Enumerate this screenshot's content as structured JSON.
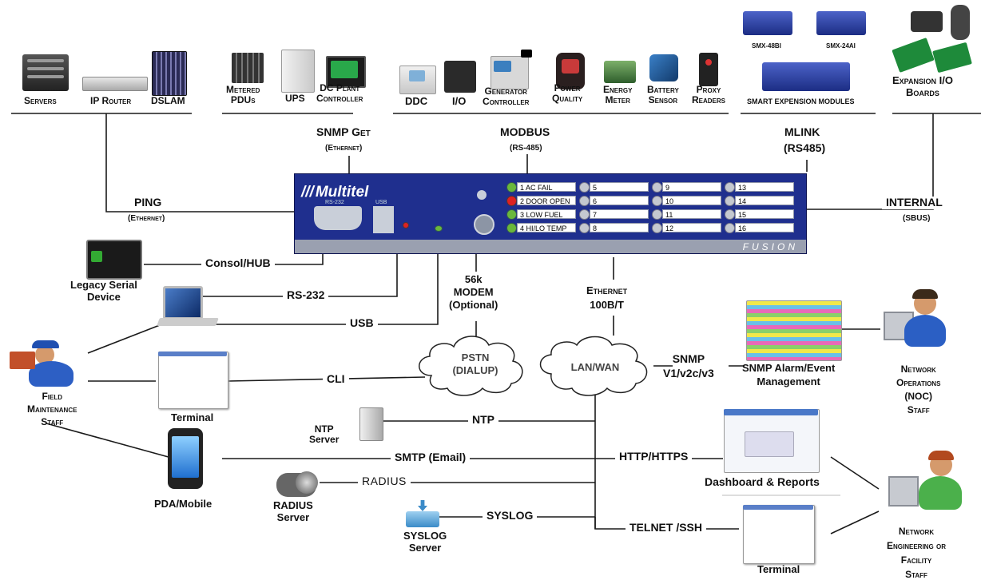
{
  "devices": {
    "servers": "Servers",
    "ip_router": "IP Router",
    "dslam": "DSLAM",
    "metered_pdus": [
      "Metered",
      "PDUs"
    ],
    "ups": "UPS",
    "dc_plant": [
      "DC Plant",
      "Controller"
    ],
    "ddc": "DDC",
    "io": "I/O",
    "generator": [
      "Generator",
      "Controller"
    ],
    "power_quality": [
      "Power",
      "Quality"
    ],
    "energy_meter": [
      "Energy",
      "Meter"
    ],
    "battery_sensor": [
      "Battery",
      "Sensor"
    ],
    "proxy_readers": [
      "Proxy",
      "Readers"
    ],
    "smx48bi": "SMX-48BI",
    "smx24ai": "SMX-24AI",
    "smart_modules": "SMART EXPENSION MODULES",
    "expansion_io": [
      "Expansion I/O",
      "Boards"
    ]
  },
  "buses": {
    "snmp_get": "SNMP Get",
    "snmp_get_sub": "(Ethernet)",
    "modbus": "MODBUS",
    "modbus_sub": "(RS-485)",
    "mlink": "MLINK",
    "mlink_sub": "(RS485)",
    "ping": "PING",
    "ping_sub": "(Ethernet)",
    "internal": "INTERNAL",
    "internal_sub": "(SBUS)"
  },
  "controller": {
    "brand": "Multitel",
    "model": "FUSION",
    "port_rs232": "RS-232",
    "port_usb": "USB",
    "alarms": [
      {
        "num": "1",
        "text": "AC FAIL",
        "state": "green"
      },
      {
        "num": "2",
        "text": "DOOR OPEN",
        "state": "red"
      },
      {
        "num": "3",
        "text": "LOW FUEL",
        "state": "green"
      },
      {
        "num": "4",
        "text": "HI/LO TEMP",
        "state": "green"
      },
      {
        "num": "5",
        "text": "",
        "state": "off"
      },
      {
        "num": "6",
        "text": "",
        "state": "off"
      },
      {
        "num": "7",
        "text": "",
        "state": "off"
      },
      {
        "num": "8",
        "text": "",
        "state": "off"
      },
      {
        "num": "9",
        "text": "",
        "state": "off"
      },
      {
        "num": "10",
        "text": "",
        "state": "off"
      },
      {
        "num": "11",
        "text": "",
        "state": "off"
      },
      {
        "num": "12",
        "text": "",
        "state": "off"
      },
      {
        "num": "13",
        "text": "",
        "state": "off"
      },
      {
        "num": "14",
        "text": "",
        "state": "off"
      },
      {
        "num": "15",
        "text": "",
        "state": "off"
      },
      {
        "num": "16",
        "text": "",
        "state": "off"
      }
    ]
  },
  "links": {
    "consol_hub": "Consol/HUB",
    "rs232": "RS-232",
    "usb": "USB",
    "modem": [
      "56k",
      "MODEM",
      "(Optional)"
    ],
    "ethernet": [
      "Ethernet",
      "100B/T"
    ],
    "cli": "CLI",
    "ntp": "NTP",
    "smtp": "SMTP (Email)",
    "radius": "RADIUS",
    "syslog": "SYSLOG",
    "http": "HTTP/HTTPS",
    "telnet": "TELNET /SSH",
    "snmp": [
      "SNMP",
      "V1/v2c/v3"
    ]
  },
  "nodes": {
    "legacy_serial": [
      "Legacy Serial",
      "Device"
    ],
    "field_staff": [
      "Field",
      "Maintenance",
      "Staff"
    ],
    "terminal_left": "Terminal",
    "pda": "PDA/Mobile",
    "ntp_server": [
      "NTP",
      "Server"
    ],
    "radius_server": [
      "RADIUS",
      "Server"
    ],
    "syslog_server": [
      "SYSLOG",
      "Server"
    ],
    "pstn": [
      "PSTN",
      "(DIALUP)"
    ],
    "lanwan": "LAN/WAN",
    "snmp_mgmt": [
      "SNMP Alarm/Event",
      "Management"
    ],
    "noc_staff": [
      "Network",
      "Operations",
      "(NOC)",
      "Staff"
    ],
    "dashboard": "Dashboard & Reports",
    "terminal_right": "Terminal",
    "eng_staff": [
      "Network",
      "Engineering or",
      "Facility",
      "Staff"
    ]
  },
  "colors": {
    "line": "#1a1a1a",
    "panel": "#1f2f8e",
    "led_green": "#6ab83b",
    "led_red": "#dd2222",
    "cloud_stroke": "#222222"
  }
}
